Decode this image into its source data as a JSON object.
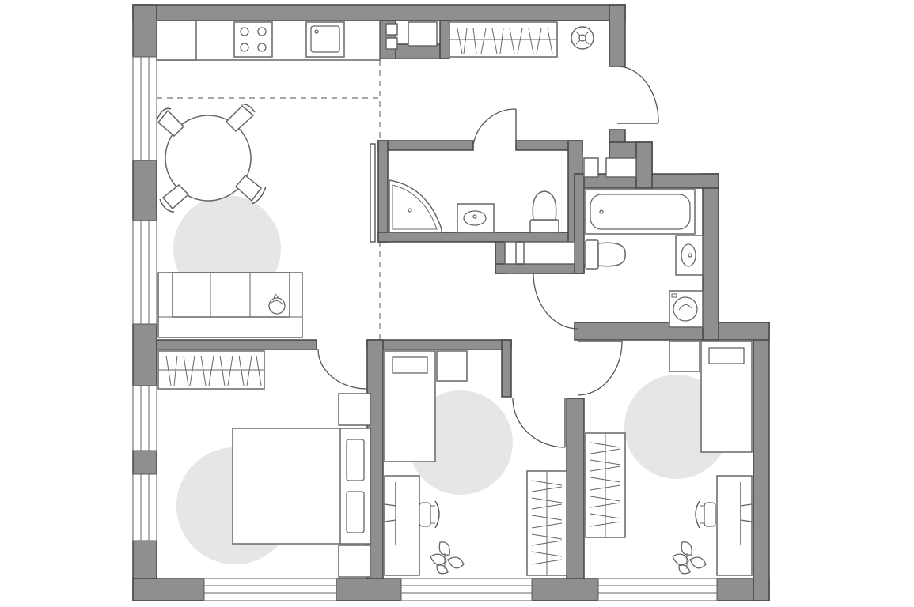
{
  "plan": {
    "type": "apartment-floor-plan",
    "rooms": [
      "kitchen-living",
      "hallway",
      "bathroom",
      "wc",
      "bedroom",
      "kids-room-1",
      "kids-room-2"
    ],
    "colors": {
      "wall_fill": "#8f8f8f",
      "wall_stroke": "#444444",
      "zone_fill": "#e6e6e6",
      "furniture_stroke": "#666666",
      "background": "#ffffff"
    }
  }
}
